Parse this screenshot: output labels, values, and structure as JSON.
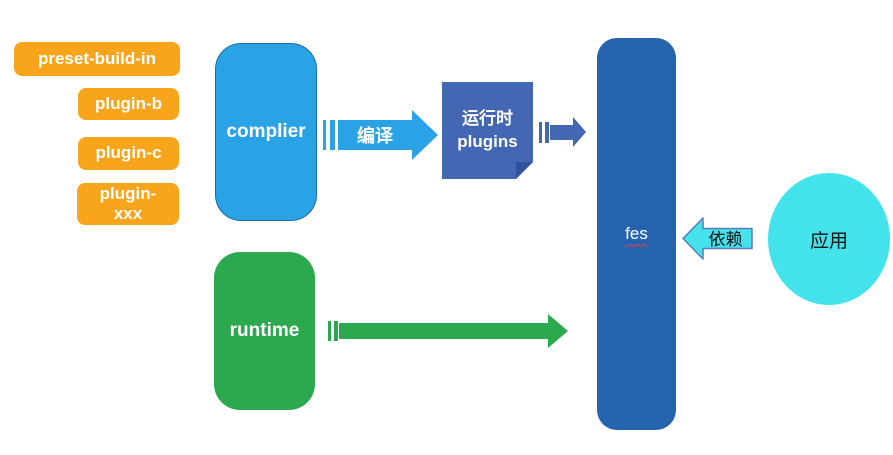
{
  "diagram": {
    "background": "#ffffff",
    "plugin_badges": [
      {
        "label": "preset-build-in"
      },
      {
        "label": "plugin-b"
      },
      {
        "label": "plugin-c"
      },
      {
        "label": "plugin-xxx"
      }
    ],
    "nodes": {
      "complier": {
        "label": "complier",
        "color": "#29A2E6"
      },
      "runtime": {
        "label": "runtime",
        "color": "#2CA94F"
      },
      "runtime_plugins": {
        "label": "运行时 plugins",
        "color": "#4367B2",
        "shape": "folded-corner-note"
      },
      "fes": {
        "label": "fes",
        "color": "#2563AE",
        "label_decoration": "red-wavy-underline"
      },
      "app": {
        "label": "应用",
        "color": "#44E3EC",
        "shape": "ellipse"
      }
    },
    "arrows": {
      "compile": {
        "label": "编译",
        "color": "#29A2E6",
        "direction": "right",
        "from": "complier",
        "to": "runtime_plugins"
      },
      "plugins_to_fes": {
        "label": "",
        "color": "#4367B2",
        "direction": "right",
        "from": "runtime_plugins",
        "to": "fes"
      },
      "runtime_to_fes": {
        "label": "",
        "color": "#2CA94F",
        "direction": "right",
        "from": "runtime",
        "to": "fes"
      },
      "depends": {
        "label": "依赖",
        "color": "#44E3EC",
        "border_color": "#577CBE",
        "direction": "left",
        "from": "app",
        "to": "fes"
      }
    },
    "colors": {
      "badge_orange": "#F8A51B",
      "bright_blue": "#29A2E6",
      "indigo_blue": "#4367B2",
      "fes_blue": "#2563AE",
      "green": "#2CA94F",
      "cyan": "#44E3EC",
      "depends_border": "#577CBE",
      "squiggle_red": "#E8413C",
      "text_light": "#ffffff",
      "text_dark": "#111111"
    }
  }
}
